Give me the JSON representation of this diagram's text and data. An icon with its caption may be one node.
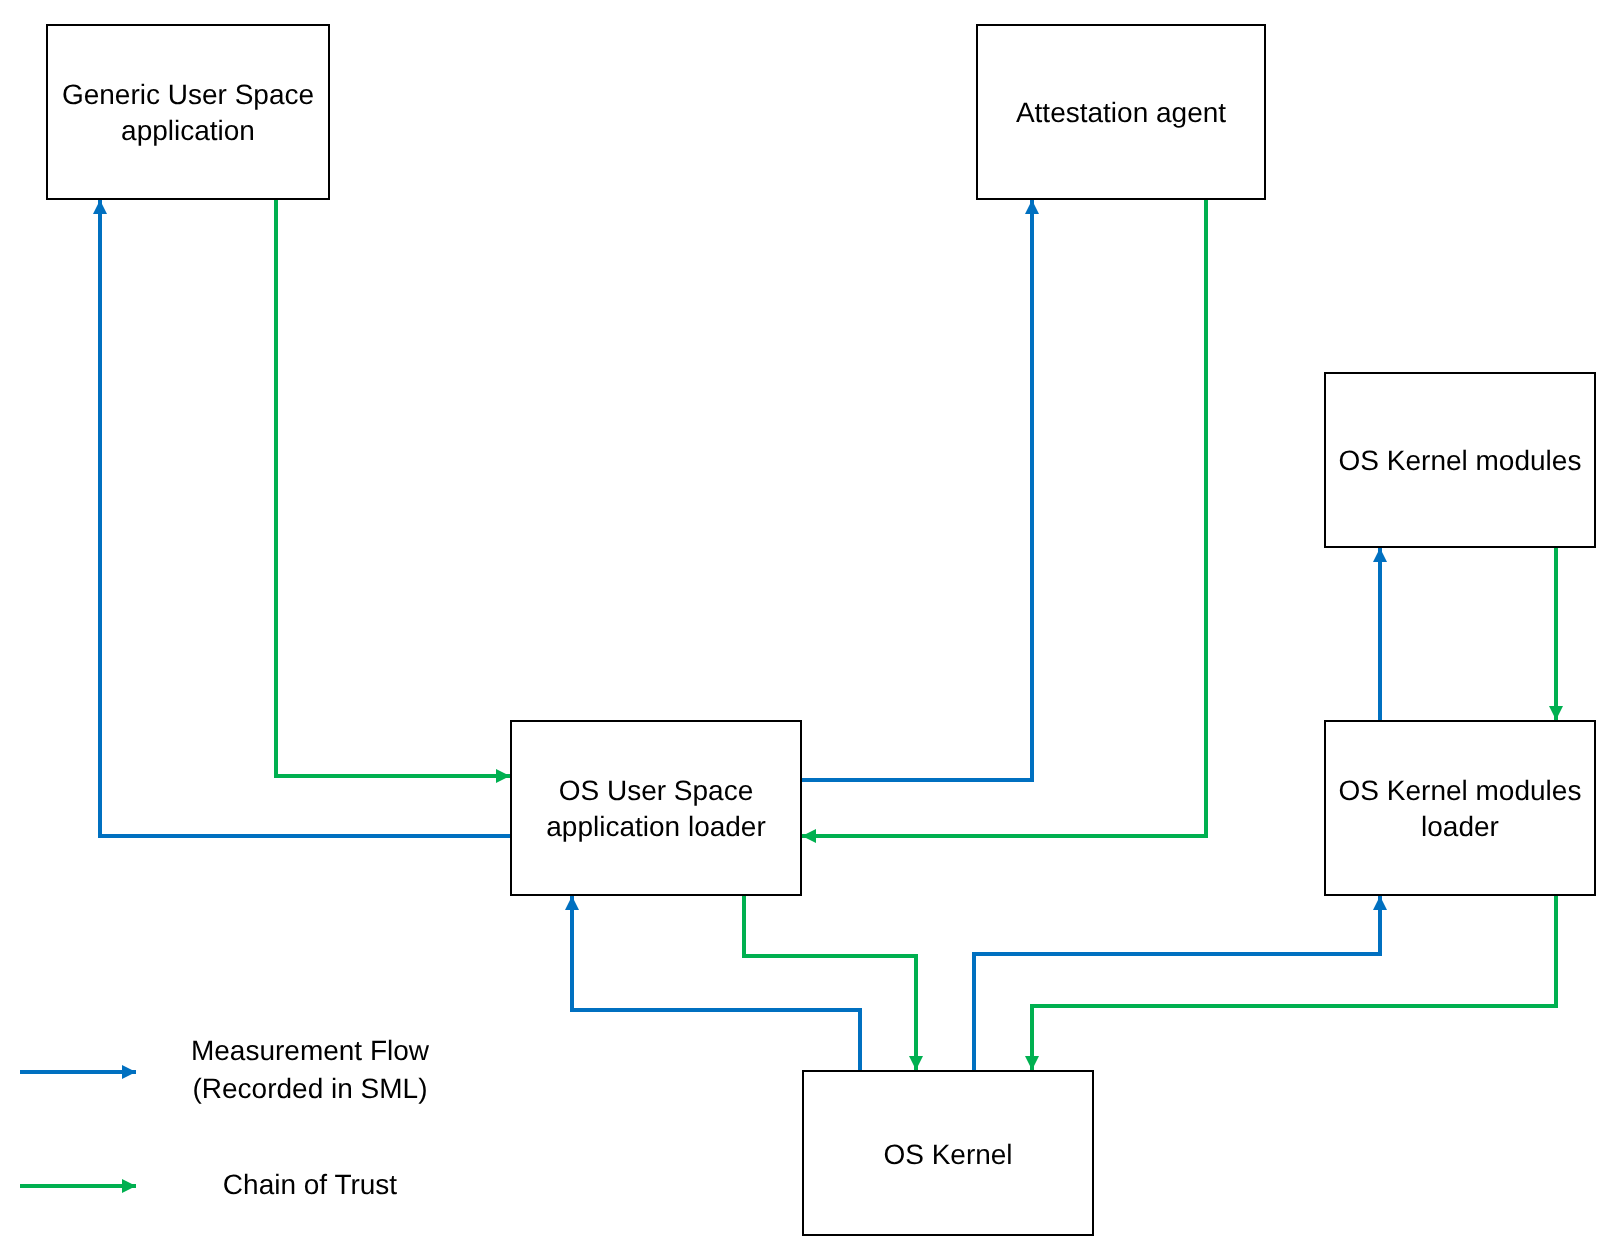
{
  "diagram": {
    "nodes": [
      {
        "text": [
          "Generic User Space application"
        ]
      },
      {
        "text": [
          "Attestation agent"
        ]
      },
      {
        "text": [
          "OS Kernel modules"
        ]
      },
      {
        "text": [
          "OS User Space application loader"
        ]
      },
      {
        "text": [
          "OS Kernel modules loader"
        ]
      },
      {
        "text": [
          "OS Kernel"
        ]
      }
    ],
    "edges": [
      {
        "from": 3,
        "to": 0,
        "arrow": "to",
        "color": "#0070c0"
      },
      {
        "from": 0,
        "to": 3,
        "arrow": "to",
        "color": "#00b050"
      },
      {
        "from": 3,
        "to": 1,
        "arrow": "to",
        "color": "#0070c0"
      },
      {
        "from": 1,
        "to": 3,
        "arrow": "to",
        "color": "#00b050"
      },
      {
        "from": 5,
        "to": 3,
        "arrow": "to",
        "color": "#0070c0"
      },
      {
        "from": 3,
        "to": 5,
        "arrow": "to",
        "color": "#00b050"
      },
      {
        "from": 5,
        "to": 4,
        "arrow": "to",
        "color": "#0070c0"
      },
      {
        "from": 4,
        "to": 5,
        "arrow": "to",
        "color": "#00b050"
      },
      {
        "from": 4,
        "to": 2,
        "arrow": "to",
        "color": "#0070c0"
      },
      {
        "from": 2,
        "to": 4,
        "arrow": "to",
        "color": "#00b050"
      }
    ],
    "legend": [
      {
        "text": "Measurement Flow (Recorded in SML)"
      },
      {
        "text": "Chain of Trust"
      }
    ]
  }
}
